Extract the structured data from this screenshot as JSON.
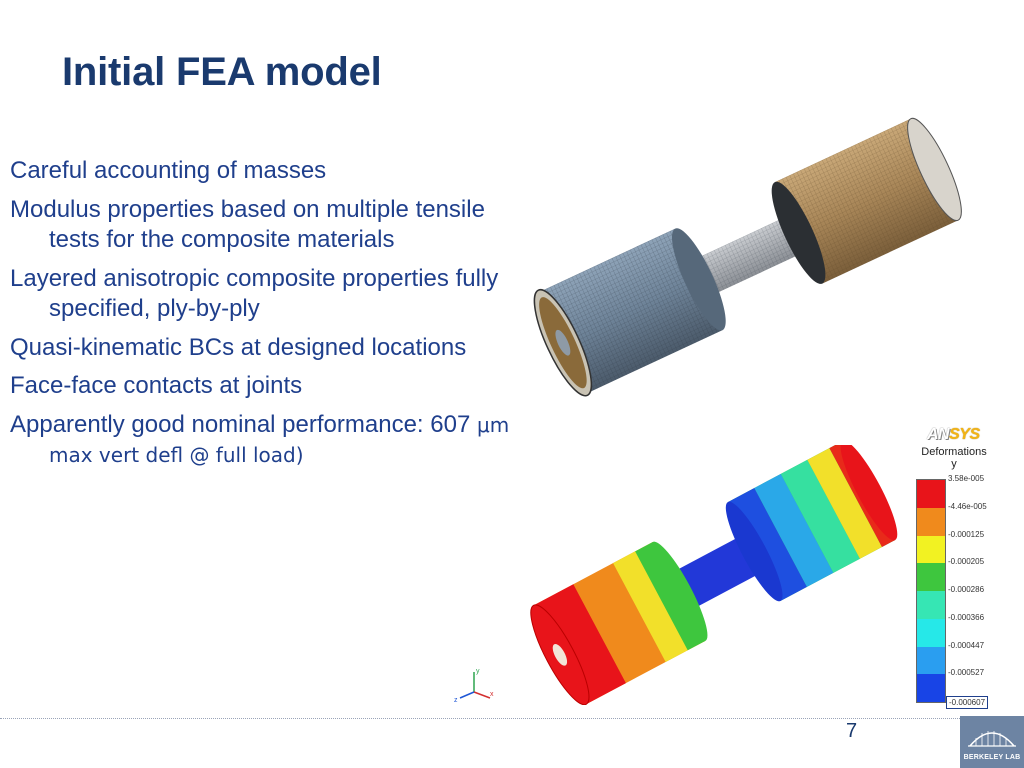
{
  "slide": {
    "title": "Initial FEA model",
    "page_number": "7"
  },
  "bullets": [
    {
      "text": "Careful accounting of masses"
    },
    {
      "text": "Modulus properties based on multiple tensile tests for the composite materials"
    },
    {
      "text": "Layered anisotropic composite properties fully specified, ply-by-ply"
    },
    {
      "text": "Quasi-kinematic BCs at designed locations"
    },
    {
      "text": "Face-face contacts at joints"
    },
    {
      "text": "Apparently good nominal performance: 607 ",
      "alt_text": "μm max vert defl @ full load)"
    }
  ],
  "legend": {
    "logo_primary": "AN",
    "logo_accent": "SYS",
    "title_line1": "Deformations",
    "title_line2": "y",
    "labels": [
      "3.58e-005",
      "-4.46e-005",
      "-0.000125",
      "-0.000205",
      "-0.000286",
      "-0.000366",
      "-0.000447",
      "-0.000527",
      "-0.000607"
    ],
    "colors": [
      "#e8141a",
      "#f08a1c",
      "#f2f222",
      "#3ec63e",
      "#36e6b4",
      "#26e8e8",
      "#2a9ef0",
      "#1844e6"
    ]
  },
  "triad": {
    "x": "x",
    "y": "y",
    "z": "z"
  },
  "logo": {
    "text": "BERKELEY LAB"
  }
}
